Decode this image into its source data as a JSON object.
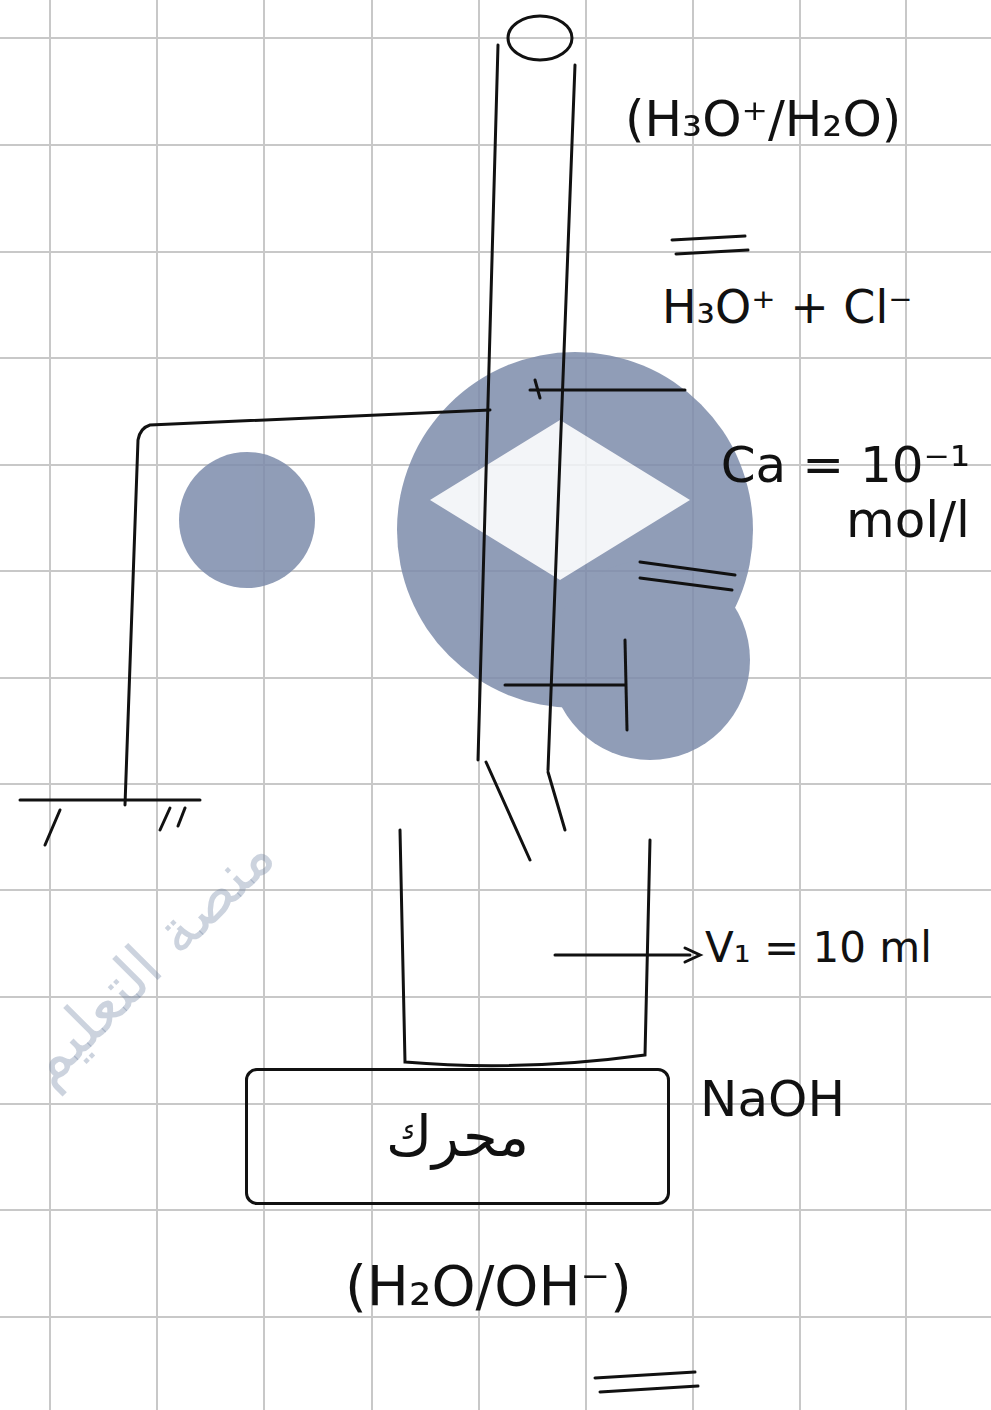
{
  "diagram": {
    "nodes": [
      {
        "text": [
          "محرك"
        ]
      }
    ],
    "labels": [
      "(H₃O⁺/H₂O)",
      "H₃O⁺ + Cl⁻",
      "Ca = 10⁻¹ mol/l",
      "V₁ = 10 ml",
      "NaOH",
      "(H₂O/OH⁻)",
      "منصة التعليم"
    ]
  }
}
